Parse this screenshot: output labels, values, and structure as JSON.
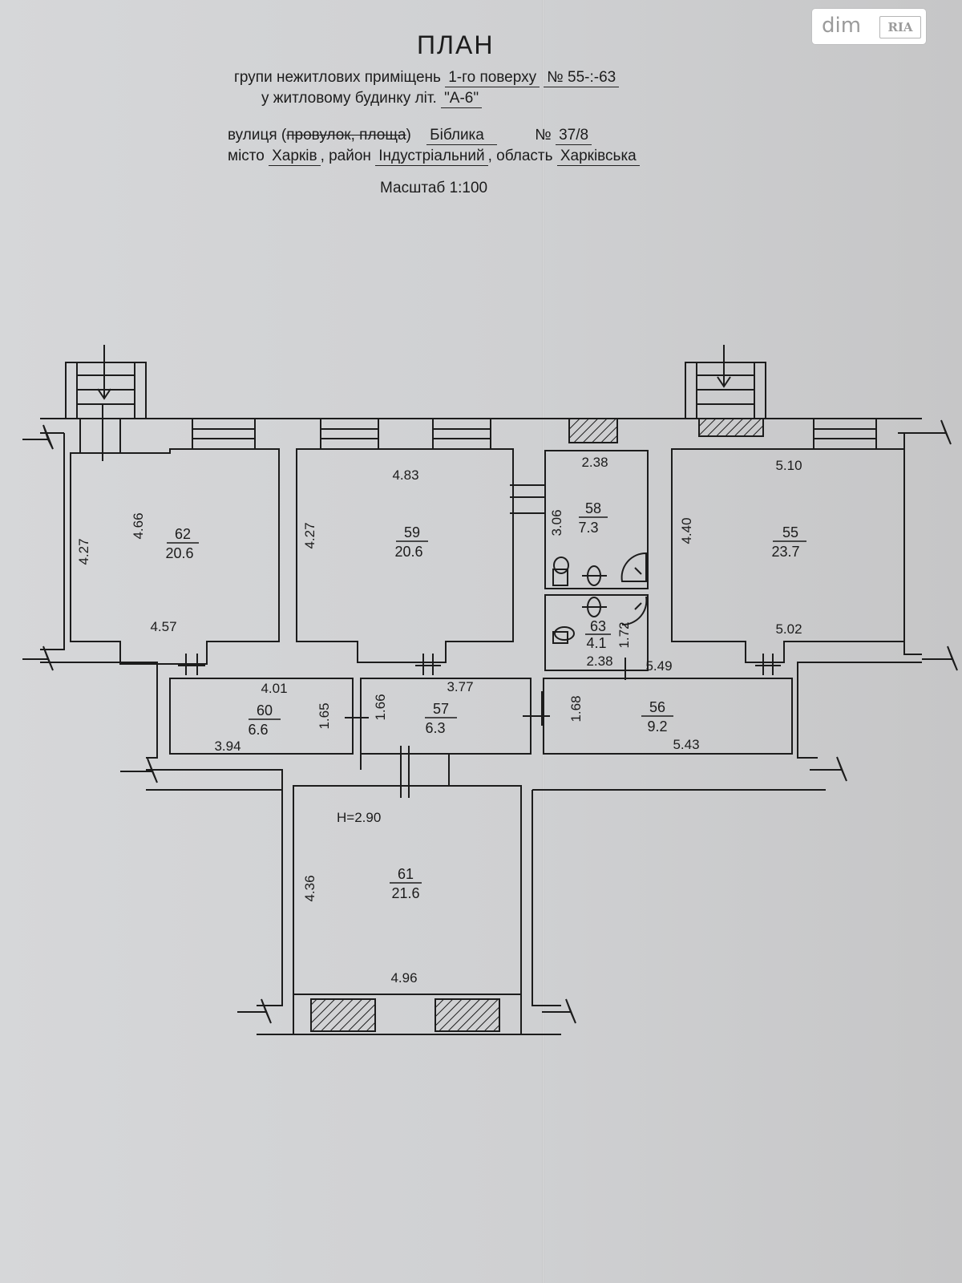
{
  "header": {
    "title": "ПЛАН",
    "line1_text": "групи нежитлових приміщень",
    "line1_floor": "1-го поверху",
    "line1_nums": "№ 55-:-63",
    "line2_text": "у житловому будинку літ.",
    "line2_lit": "\"А-6\"",
    "street_prefix": "вулиця (",
    "street_strike": "провулок, площа",
    "street_suffix": ")",
    "street_name": "Біблика",
    "house_label": "№",
    "house_number": "37/8",
    "city_label": "місто",
    "city_name": "Харків",
    "district_label": ", район",
    "district_name": "Індустріальний",
    "region_label": ", область",
    "region_name": "Харківська",
    "scale": "Масштаб 1:100"
  },
  "logo": {
    "left": "dim",
    "right": "RIA"
  },
  "rooms": [
    {
      "id": "62",
      "area": "20.6"
    },
    {
      "id": "59",
      "area": "20.6"
    },
    {
      "id": "58",
      "area": "7.3"
    },
    {
      "id": "63",
      "area": "4.1"
    },
    {
      "id": "55",
      "area": "23.7"
    },
    {
      "id": "60",
      "area": "6.6"
    },
    {
      "id": "57",
      "area": "6.3"
    },
    {
      "id": "56",
      "area": "9.2"
    },
    {
      "id": "61",
      "area": "21.6"
    }
  ],
  "dimensions": {
    "r62_left": "4.27",
    "r62_diag": "4.66",
    "r62_bottom": "4.57",
    "r59_top": "4.83",
    "r59_left": "4.27",
    "r58_top": "2.38",
    "r58_left": "3.06",
    "r63_right": "1.72",
    "r63_bottom": "2.38",
    "r55_top": "5.10",
    "r55_left": "4.40",
    "r55_bottom": "5.02",
    "r60_top": "4.01",
    "r60_right": "1.65",
    "r60_bottom": "3.94",
    "r57_left": "1.66",
    "r57_top": "3.77",
    "r56_top": "5.49",
    "r56_left": "1.68",
    "r56_bottom": "5.43",
    "r61_left": "4.36",
    "r61_bottom": "4.96"
  },
  "height_note": "Н=2.90"
}
